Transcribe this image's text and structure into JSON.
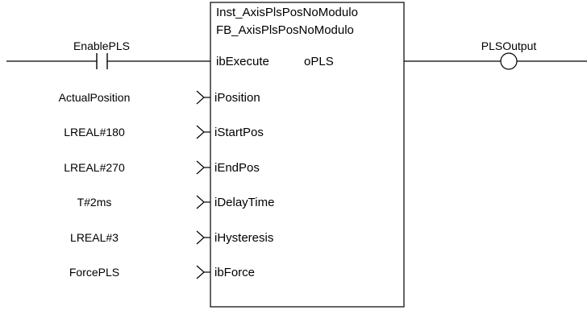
{
  "block": {
    "instance_name": "Inst_AxisPlsPosNoModulo",
    "type_name": "FB_AxisPlsPosNoModulo",
    "output_pin": "oPLS",
    "input_pins": [
      "ibExecute",
      "iPosition",
      "iStartPos",
      "iEndPos",
      "iDelayTime",
      "iHysteresis",
      "ibForce"
    ]
  },
  "contact": {
    "label": "EnablePLS"
  },
  "coil": {
    "label": "PLSOutput"
  },
  "input_values": [
    "ActualPosition",
    "LREAL#180",
    "LREAL#270",
    "T#2ms",
    "LREAL#3",
    "ForcePLS"
  ],
  "colors": {
    "line": "#000000",
    "background": "#ffffff"
  }
}
